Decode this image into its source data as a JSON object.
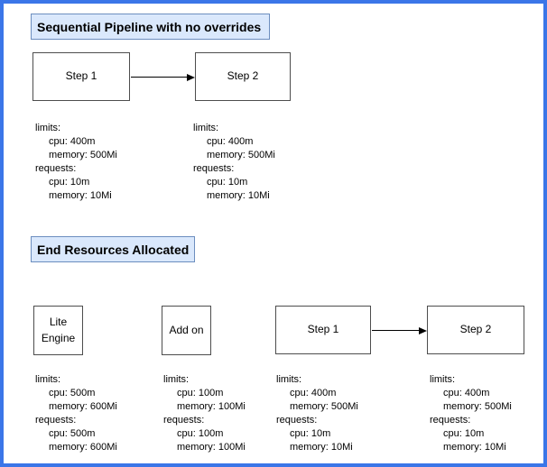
{
  "palette": {
    "frame_border": "#3b76e8",
    "canvas_background": "#ffffff",
    "title_fill": "#dae8fc",
    "title_border": "#6c8ebf",
    "node_fill": "#ffffff",
    "node_border": "#4d4d4d",
    "arrow_color": "#000000",
    "text_color": "#000000"
  },
  "section_pipeline": {
    "title": "Sequential Pipeline with no overrides",
    "nodes": {
      "step1": "Step 1",
      "step2": "Step 2"
    },
    "resources": {
      "step1": {
        "lines": [
          "limits:",
          "cpu: 400m",
          "memory: 500Mi",
          "requests:",
          "cpu: 10m",
          "memory: 10Mi"
        ]
      },
      "step2": {
        "lines": [
          "limits:",
          "cpu: 400m",
          "memory: 500Mi",
          "requests:",
          "cpu: 10m",
          "memory: 10Mi"
        ]
      }
    }
  },
  "section_end": {
    "title": "End Resources Allocated",
    "nodes": {
      "lite_engine": {
        "line1": "Lite",
        "line2": "Engine"
      },
      "addon": "Add on",
      "step1": "Step 1",
      "step2": "Step 2"
    },
    "resources": {
      "lite_engine": {
        "lines": [
          "limits:",
          "cpu: 500m",
          "memory: 600Mi",
          "requests:",
          "cpu: 500m",
          "memory: 600Mi"
        ]
      },
      "addon": {
        "lines": [
          "limits:",
          "cpu: 100m",
          "memory: 100Mi",
          "requests:",
          "cpu: 100m",
          "memory: 100Mi"
        ]
      },
      "step1": {
        "lines": [
          "limits:",
          "cpu: 400m",
          "memory: 500Mi",
          "requests:",
          "cpu: 10m",
          "memory: 10Mi"
        ]
      },
      "step2": {
        "lines": [
          "limits:",
          "cpu: 400m",
          "memory: 500Mi",
          "requests:",
          "cpu: 10m",
          "memory: 10Mi"
        ]
      }
    }
  }
}
